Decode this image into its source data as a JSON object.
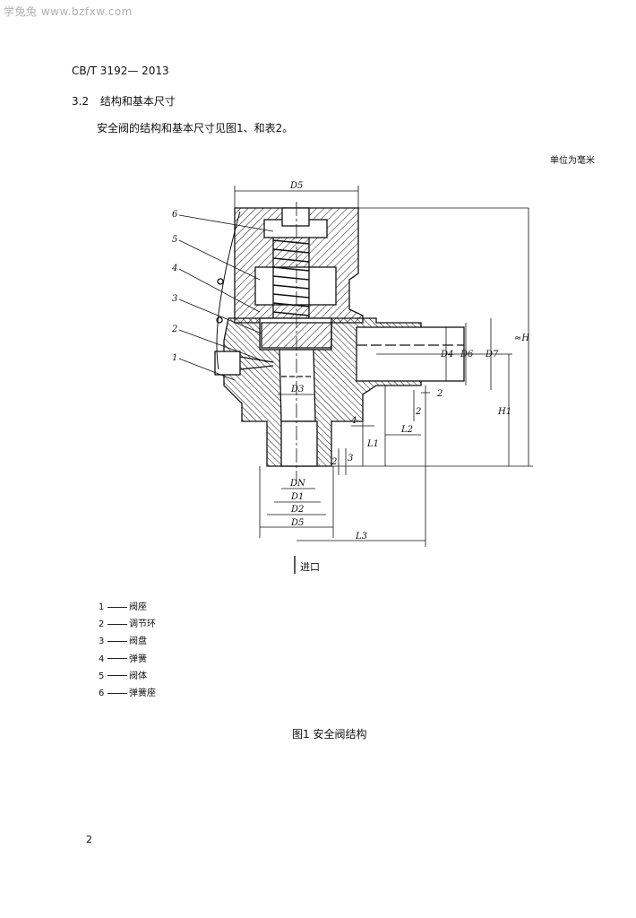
{
  "watermark": "学兔兔 www.bzfxw.com",
  "standard_code": "CB/T 3192— 2013",
  "section": {
    "number": "3.2",
    "title": "结构和基本尺寸"
  },
  "intro": "安全阀的结构和基本尺寸见图1、和表2。",
  "unit_note": "单位为毫米",
  "drawing": {
    "callouts": [
      "1",
      "2",
      "3",
      "4",
      "5",
      "6"
    ],
    "dims": {
      "D5_top": "D5",
      "D3": "D3",
      "DN": "DN",
      "D1": "D1",
      "D2": "D2",
      "D5_bottom": "D5",
      "D4": "D4",
      "D6": "D6",
      "D7": "D7",
      "H": "≈H",
      "H1": "H1",
      "L1": "L1",
      "L2": "L2",
      "L3": "L3",
      "n2": "2",
      "n2b": "2",
      "n4": "4",
      "n2c": "2",
      "n3": "3"
    },
    "inlet_label": "进口"
  },
  "legend": [
    {
      "num": "1",
      "text": "阀座"
    },
    {
      "num": "2",
      "text": "调节环"
    },
    {
      "num": "3",
      "text": "阀盘"
    },
    {
      "num": "4",
      "text": "弹簧"
    },
    {
      "num": "5",
      "text": "阀体"
    },
    {
      "num": "6",
      "text": "弹簧座"
    }
  ],
  "figure_caption": "图1   安全阀结构",
  "page_number": "2"
}
